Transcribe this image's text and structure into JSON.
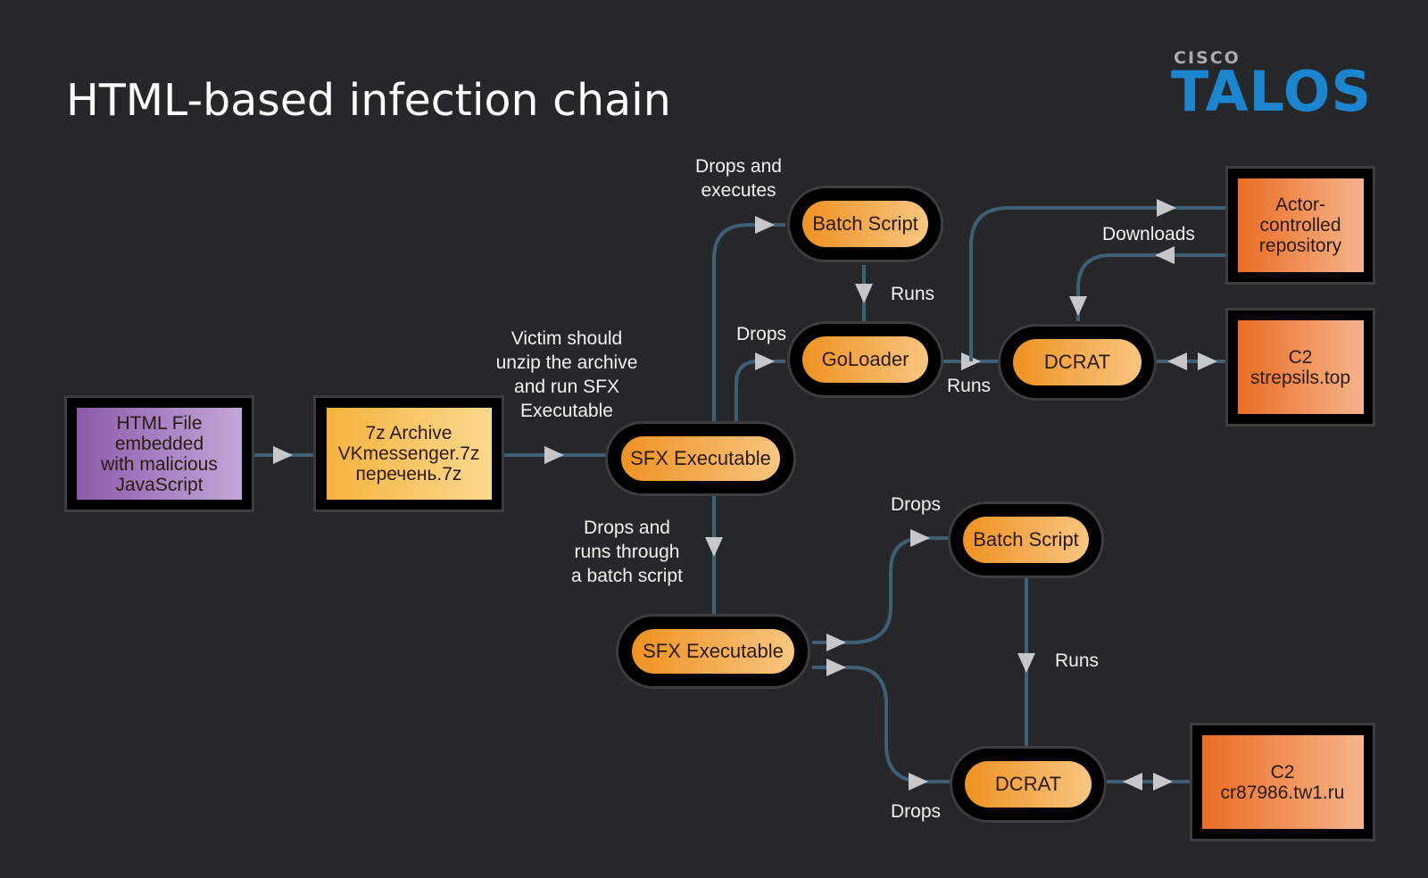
{
  "title": "HTML-based infection chain",
  "logo": {
    "brand": "CISCO",
    "product": "TALOS",
    "brand_color": "#1b85cf"
  },
  "colors": {
    "background": "#262729",
    "edge": "#3f5f74",
    "arrow": "#c5c7c9",
    "node_orange": "#ef9222",
    "node_purple": "#8b5bab",
    "node_red": "#ea6d22"
  },
  "nodes": {
    "html_file": {
      "lines": [
        "HTML File",
        "embedded",
        "with malicious",
        "JavaScript"
      ]
    },
    "archive": {
      "lines": [
        "7z Archive",
        "VKmessenger.7z",
        "перечень.7z"
      ]
    },
    "sfx_top": {
      "label": "SFX Executable"
    },
    "batch_top": {
      "label": "Batch Script"
    },
    "goloader": {
      "label": "GoLoader"
    },
    "dcrat_top": {
      "label": "DCRAT"
    },
    "repo": {
      "lines": [
        "Actor-",
        "controlled",
        "repository"
      ]
    },
    "c2_top": {
      "lines": [
        "C2",
        "strepsils.top"
      ]
    },
    "sfx_bottom": {
      "label": "SFX Executable"
    },
    "batch_bottom": {
      "label": "Batch Script"
    },
    "dcrat_bottom": {
      "label": "DCRAT"
    },
    "c2_bottom": {
      "lines": [
        "C2",
        "cr87986.tw1.ru"
      ]
    }
  },
  "edge_labels": {
    "victim": [
      "Victim should",
      "unzip the archive",
      "and run SFX",
      "Executable"
    ],
    "drops_executes": [
      "Drops and",
      "executes"
    ],
    "runs_batch_goloader": "Runs",
    "drops_goloader": "Drops",
    "runs_goloader_dcrat": "Runs",
    "downloads": "Downloads",
    "drops_runs_batch": [
      "Drops and",
      "runs through",
      "a batch script"
    ],
    "drops_batch_bottom": "Drops",
    "runs_batch_dcrat_bottom": "Runs",
    "drops_dcrat_bottom": "Drops"
  }
}
